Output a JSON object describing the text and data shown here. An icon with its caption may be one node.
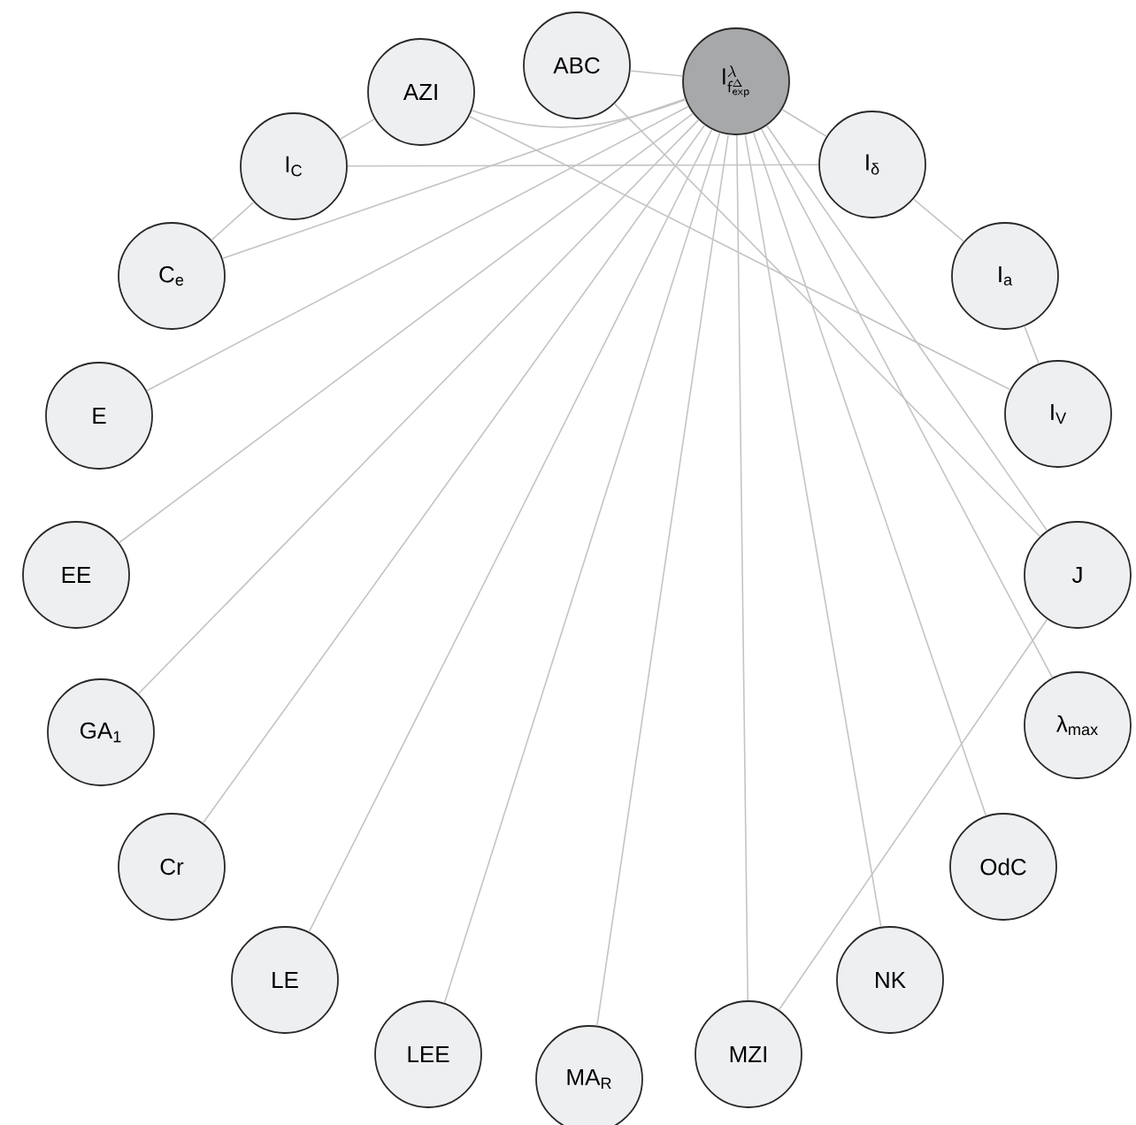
{
  "diagram": {
    "nodes": [
      {
        "text": [
          "\\mathsf{I}^{\\lambda}_{\\mathsf{f}^{\\Delta}_{\\mathsf{exp}}}"
        ]
      },
      {
        "text": [
          "ABC"
        ]
      },
      {
        "text": [
          "AZI"
        ]
      },
      {
        "text": [
          "I$_{C}$"
        ]
      },
      {
        "text": [
          "C$_{e}$"
        ]
      },
      {
        "text": [
          "E"
        ]
      },
      {
        "text": [
          "EE"
        ]
      },
      {
        "text": [
          "GA$_{1}$"
        ]
      },
      {
        "text": [
          "Cr"
        ]
      },
      {
        "text": [
          "LE"
        ]
      },
      {
        "text": [
          "LEE"
        ]
      },
      {
        "text": [
          "MA$_{R}$"
        ]
      },
      {
        "text": [
          "MZI"
        ]
      },
      {
        "text": [
          "NK"
        ]
      },
      {
        "text": [
          "OdC"
        ]
      },
      {
        "text": [
          "λ$_{max}$"
        ]
      },
      {
        "text": [
          "J"
        ]
      },
      {
        "text": [
          "I$_{V}$"
        ]
      },
      {
        "text": [
          "I$_{a}$"
        ]
      },
      {
        "text": [
          "I$_{δ}$"
        ]
      }
    ],
    "edges": [
      {
        "from": 0,
        "to": 1,
        "arrow": "none"
      },
      {
        "from": 2,
        "to": 0,
        "arrow": "none"
      },
      {
        "from": 2,
        "to": 3,
        "arrow": "none"
      },
      {
        "from": 3,
        "to": 4,
        "arrow": "none"
      },
      {
        "from": 3,
        "to": 19,
        "arrow": "none"
      },
      {
        "from": 2,
        "to": 17,
        "arrow": "none"
      },
      {
        "from": 1,
        "to": 16,
        "arrow": "none"
      },
      {
        "from": 0,
        "to": 19,
        "arrow": "none"
      },
      {
        "from": 19,
        "to": 18,
        "arrow": "none"
      },
      {
        "from": 18,
        "to": 17,
        "arrow": "none"
      },
      {
        "from": 0,
        "to": 16,
        "arrow": "none"
      },
      {
        "from": 0,
        "to": 4,
        "arrow": "none"
      },
      {
        "from": 0,
        "to": 5,
        "arrow": "none"
      },
      {
        "from": 0,
        "to": 6,
        "arrow": "none"
      },
      {
        "from": 0,
        "to": 7,
        "arrow": "none"
      },
      {
        "from": 0,
        "to": 8,
        "arrow": "none"
      },
      {
        "from": 0,
        "to": 9,
        "arrow": "none"
      },
      {
        "from": 0,
        "to": 10,
        "arrow": "none"
      },
      {
        "from": 0,
        "to": 11,
        "arrow": "none"
      },
      {
        "from": 0,
        "to": 12,
        "arrow": "none"
      },
      {
        "from": 0,
        "to": 13,
        "arrow": "none"
      },
      {
        "from": 0,
        "to": 14,
        "arrow": "none"
      },
      {
        "from": 0,
        "to": 15,
        "arrow": "none"
      },
      {
        "from": 16,
        "to": 12,
        "arrow": "none"
      }
    ]
  }
}
